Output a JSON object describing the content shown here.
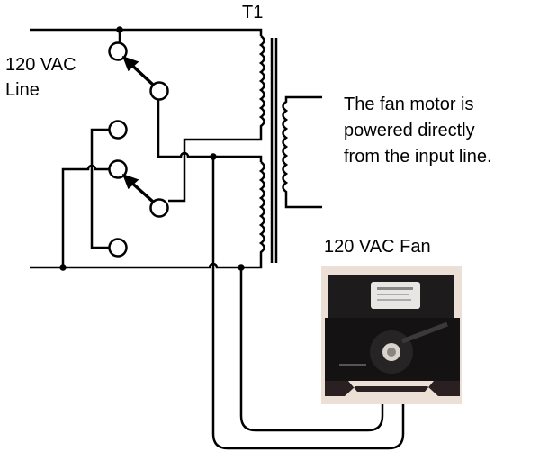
{
  "title": "Fan wiring schematic",
  "labels": {
    "transformer": "T1",
    "line_line1": "120 VAC",
    "line_line2": "Line",
    "note_line1": "The fan motor is",
    "note_line2": "powered directly",
    "note_line3": "from the input line.",
    "fan": "120 VAC Fan"
  },
  "components": {
    "transformer": "T1",
    "switches": [
      "line-voltage-select-switch-1",
      "line-voltage-select-switch-2"
    ],
    "load": "120 VAC Fan"
  },
  "colors": {
    "wire": "#000000",
    "background": "#ffffff"
  }
}
